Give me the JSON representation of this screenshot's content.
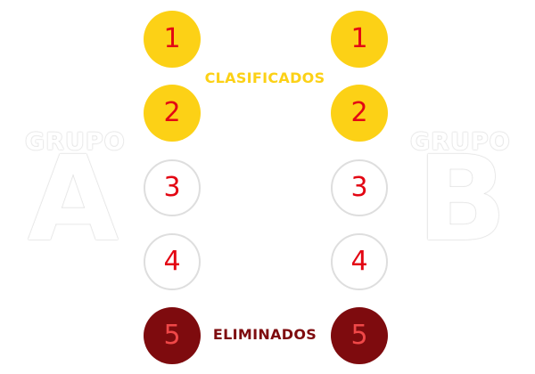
{
  "groups": [
    {
      "word": "GRUPO",
      "letter": "A",
      "positions": [
        "1",
        "2",
        "3",
        "4",
        "5"
      ]
    },
    {
      "word": "GRUPO",
      "letter": "B",
      "positions": [
        "1",
        "2",
        "3",
        "4",
        "5"
      ]
    }
  ],
  "zones": {
    "qualified": "CLASIFICADOS",
    "eliminated": "ELIMINADOS"
  },
  "colors": {
    "qualified": "#fcd116",
    "neutral": "#ffffff",
    "eliminated": "#7e0b0e",
    "number": "#e30613"
  }
}
